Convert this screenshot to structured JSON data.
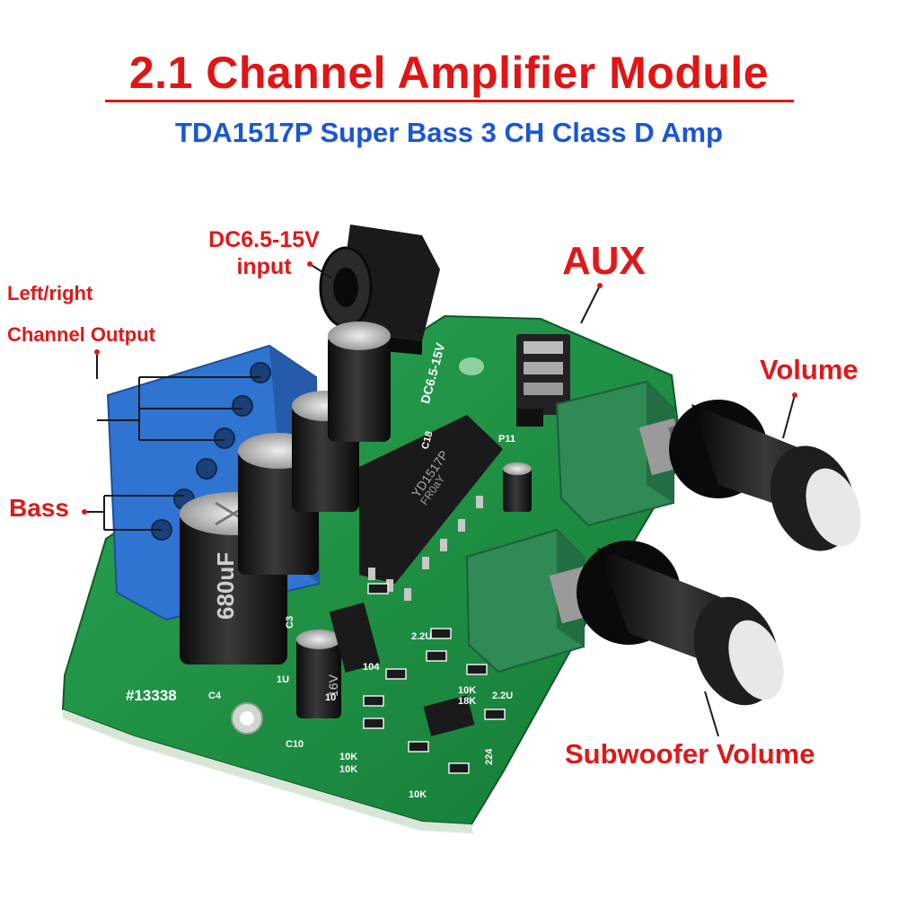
{
  "header": {
    "title": "2.1 Channel Amplifier Module",
    "subtitle": "TDA1517P Super Bass 3 CH Class D Amp"
  },
  "labels": {
    "dc_line1": "DC6.5-15V",
    "dc_line2": "input",
    "aux": "AUX",
    "lr_line1": "Left/right",
    "lr_line2": "Channel Output",
    "volume": "Volume",
    "bass": "Bass",
    "subwoofer": "Subwoofer Volume"
  },
  "board": {
    "board_id": "#13338",
    "chip_line1": "YD1517P",
    "chip_line2": "FR0aY",
    "dc_silk": "DC6.5-15V",
    "cap_680": "680uF",
    "cap_16v": "16V",
    "silk_p11": "P11",
    "silk_c18": "C18",
    "silk_c3": "C3",
    "silk_c4": "C4",
    "silk_c10": "C10",
    "silk_104": "104",
    "silk_10k_a": "10K",
    "silk_10k_b": "10K",
    "silk_10k_c": "10K",
    "silk_10k_d": "10K",
    "silk_18k": "18K",
    "silk_22u_a": "2.2U",
    "silk_22u_b": "2.2U",
    "silk_224": "224",
    "silk_10": "10",
    "silk_1u": "1U"
  },
  "colors": {
    "title": "#e21414",
    "subtitle": "#1a56d6",
    "callout": "#e01818",
    "pcb": "#1f9a46",
    "terminal": "#2f74d0",
    "pot_body": "#2f8a55",
    "knob": "#121212"
  }
}
